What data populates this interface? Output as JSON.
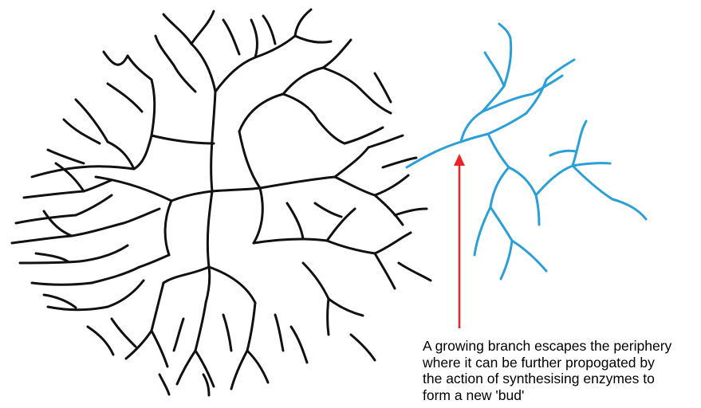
{
  "colors": {
    "main_structure": "#111111",
    "escaped_branch": "#2a9fd8",
    "arrow": "#e8262a"
  },
  "caption": {
    "lines": [
      "A growing branch escapes the periphery",
      "where it can be further propogated by",
      "the action of synthesising enzymes to",
      "form a new 'bud'"
    ]
  }
}
